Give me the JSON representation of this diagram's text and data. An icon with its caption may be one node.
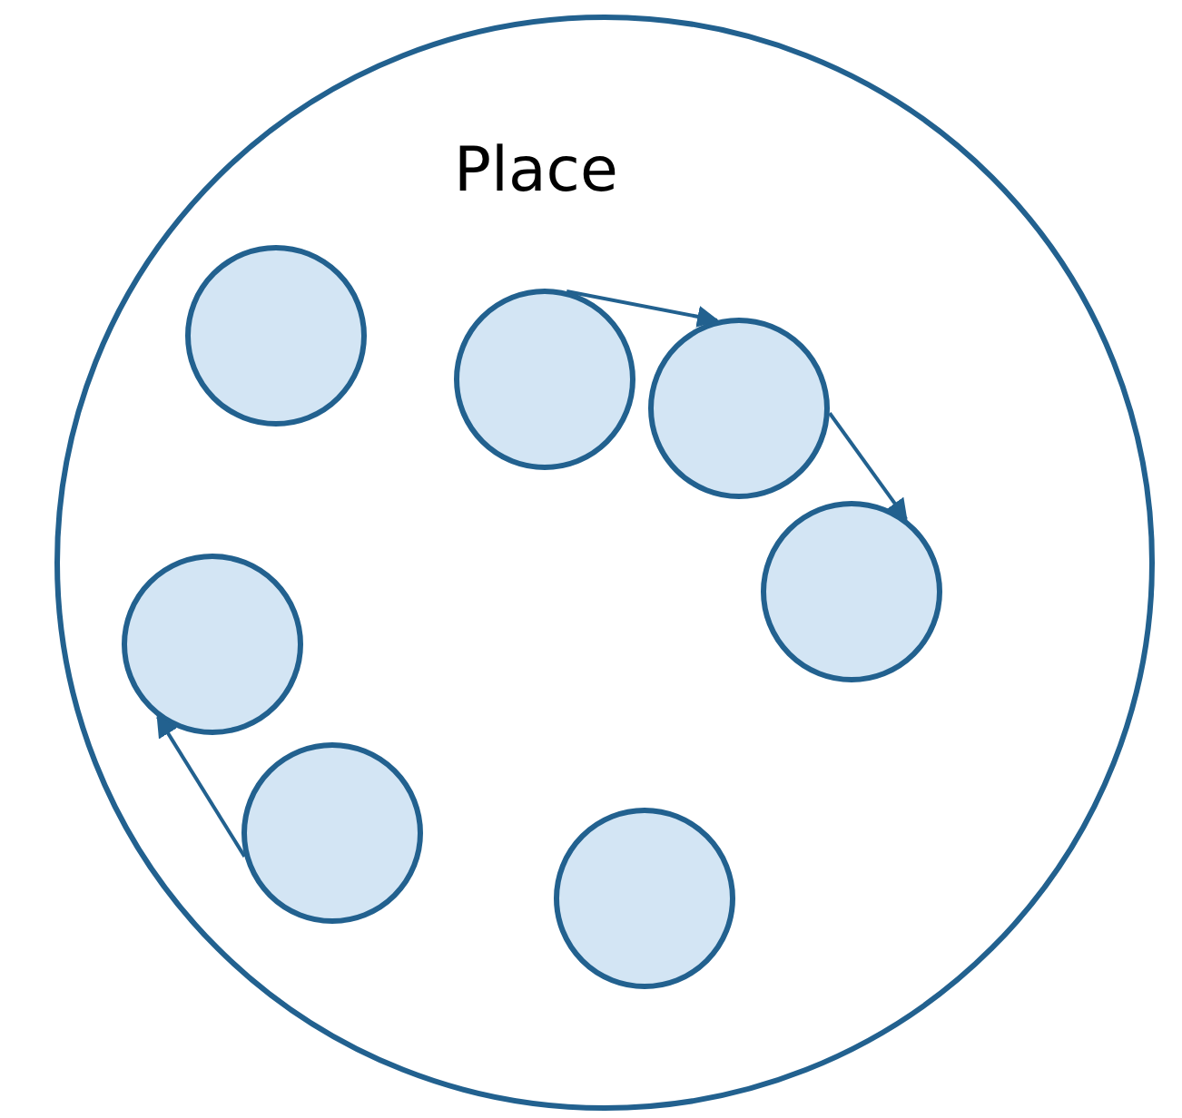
{
  "diagram": {
    "nodes": [
      {
        "text": [
          "Place"
        ]
      },
      {
        "text": [],
        "shape": "circle",
        "in": 0
      },
      {
        "text": [],
        "shape": "circle",
        "in": 0
      },
      {
        "text": [],
        "shape": "circle",
        "in": 0
      },
      {
        "text": [],
        "shape": "circle",
        "in": 0
      },
      {
        "text": [],
        "shape": "circle",
        "in": 0
      },
      {
        "text": [],
        "shape": "circle",
        "in": 0
      },
      {
        "text": [],
        "shape": "circle",
        "in": 0
      }
    ],
    "edges": [
      {
        "from": 2,
        "to": 3,
        "arrow": "to"
      },
      {
        "from": 3,
        "to": 4,
        "arrow": "to"
      },
      {
        "from": 6,
        "to": 5,
        "arrow": "to"
      }
    ]
  }
}
